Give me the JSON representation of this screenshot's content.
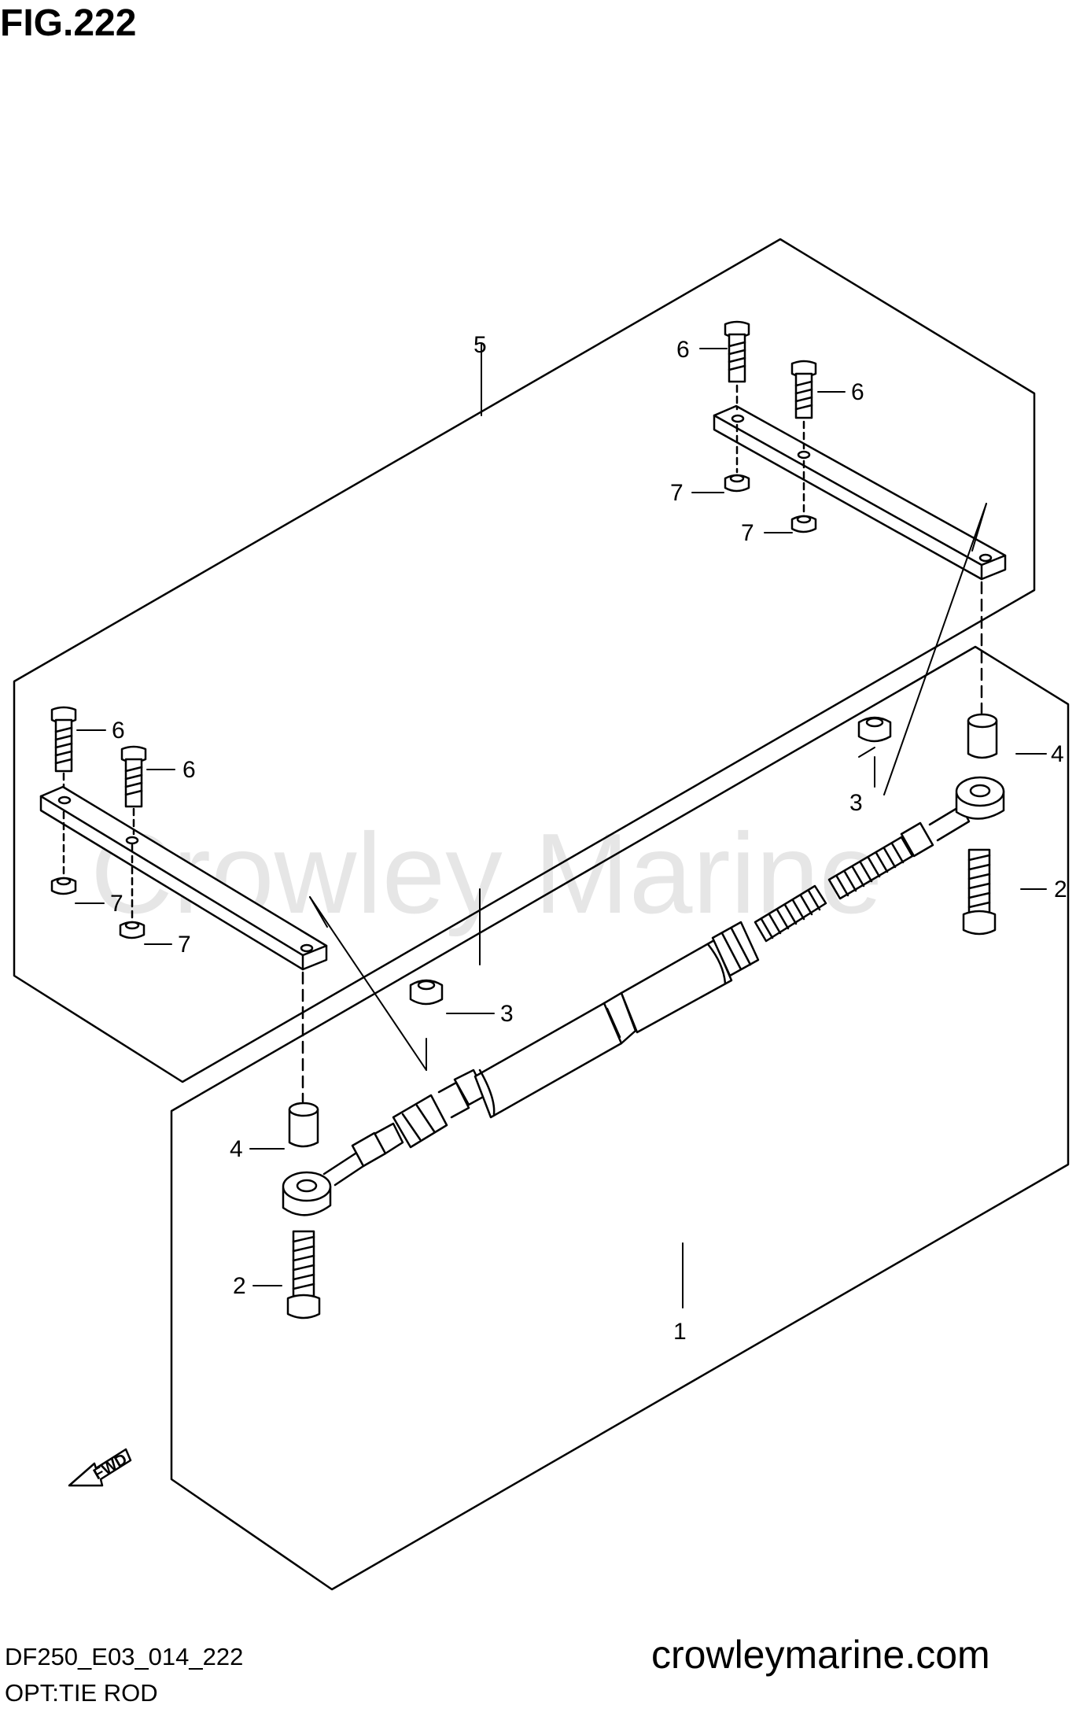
{
  "figure": {
    "title": "FIG.222",
    "code": "DF250_E03_014_222",
    "name": "OPT:TIE ROD",
    "website": "crowleymarine.com",
    "watermark": "Crowley Marine",
    "fwd_label": "FWD"
  },
  "callouts": {
    "c1": "1",
    "c2a": "2",
    "c2b": "2",
    "c3a": "3",
    "c3b": "3",
    "c4a": "4",
    "c4b": "4",
    "c5": "5",
    "c6a": "6",
    "c6b": "6",
    "c6c": "6",
    "c6d": "6",
    "c7a": "7",
    "c7b": "7",
    "c7c": "7",
    "c7d": "7"
  }
}
